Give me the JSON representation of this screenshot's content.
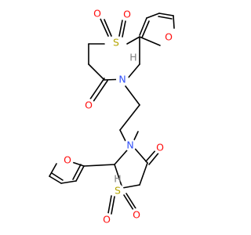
{
  "molecule": {
    "atoms": {
      "o_furan_top": "O",
      "s_top": "S",
      "o_s_top_left": "O",
      "o_s_top_right": "O",
      "h_top": "H",
      "n_top": "N",
      "o_carbonyl_top": "O",
      "n_bottom": "N",
      "o_carbonyl_bottom": "O",
      "o_furan_bottom": "O",
      "h_bottom": "H",
      "s_bottom": "S",
      "o_s_bottom_left": "O",
      "o_s_bottom_right": "O"
    },
    "colors": {
      "oxygen": "#ff0d0d",
      "sulfur": "#b5a500",
      "nitrogen": "#3050f8",
      "hydrogen": "#7f7f7f",
      "bond": "#000000"
    }
  }
}
